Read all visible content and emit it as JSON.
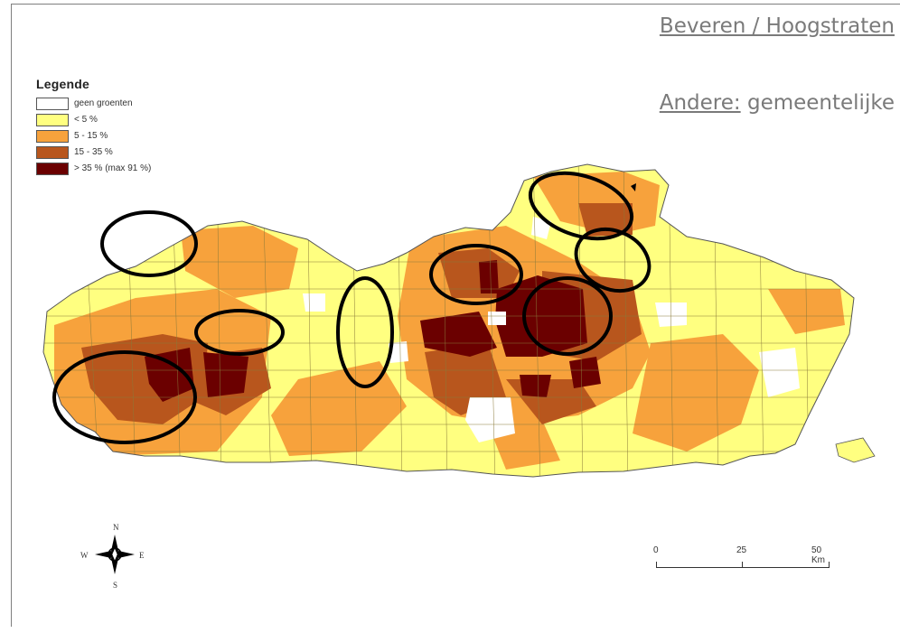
{
  "header": {
    "line1": "Beveren / Hoogstraten",
    "line2_underlined": "Andere:",
    "line2_rest": " gemeentelijke"
  },
  "legend": {
    "title": "Legende",
    "items": [
      {
        "label": "geen groenten",
        "color": "#ffffff"
      },
      {
        "label": "< 5 %",
        "color": "#ffff80"
      },
      {
        "label": "5 - 15 %",
        "color": "#f7a23c"
      },
      {
        "label": "15 - 35 %",
        "color": "#b8561d"
      },
      {
        "label": "> 35 % (max 91 %)",
        "color": "#6b0000"
      }
    ]
  },
  "compass": {
    "n": "N",
    "e": "E",
    "s": "S",
    "w": "W"
  },
  "scale": {
    "labels": [
      "0",
      "25",
      "50 Km"
    ]
  }
}
